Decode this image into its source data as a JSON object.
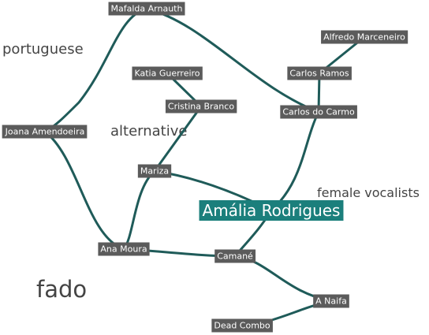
{
  "colors": {
    "edge": "#1f5b59",
    "node": "#5b5b5b",
    "main_node": "#1b7f7c",
    "tag_text": "#444444"
  },
  "center_artist": "Amália Rodrigues",
  "artists": [
    {
      "id": "mafalda",
      "label": "Mafalda Arnauth"
    },
    {
      "id": "alfredo",
      "label": "Alfredo Marceneiro"
    },
    {
      "id": "ramos",
      "label": "Carlos Ramos"
    },
    {
      "id": "katia",
      "label": "Katia Guerreiro"
    },
    {
      "id": "cristina",
      "label": "Cristina Branco"
    },
    {
      "id": "carmo",
      "label": "Carlos do Carmo"
    },
    {
      "id": "joana",
      "label": "Joana Amendoeira"
    },
    {
      "id": "mariza",
      "label": "Mariza"
    },
    {
      "id": "amalia",
      "label": "Amália Rodrigues"
    },
    {
      "id": "moura",
      "label": "Ana Moura"
    },
    {
      "id": "camane",
      "label": "Camané"
    },
    {
      "id": "naifa",
      "label": "A Naifa"
    },
    {
      "id": "deadcombo",
      "label": "Dead Combo"
    }
  ],
  "connections": [
    [
      "mafalda",
      "joana"
    ],
    [
      "mafalda",
      "carmo"
    ],
    [
      "alfredo",
      "ramos"
    ],
    [
      "ramos",
      "carmo"
    ],
    [
      "katia",
      "cristina"
    ],
    [
      "cristina",
      "mariza"
    ],
    [
      "carmo",
      "amalia"
    ],
    [
      "joana",
      "moura"
    ],
    [
      "mariza",
      "moura"
    ],
    [
      "mariza",
      "amalia"
    ],
    [
      "amalia",
      "camane"
    ],
    [
      "moura",
      "camane"
    ],
    [
      "camane",
      "naifa"
    ],
    [
      "naifa",
      "deadcombo"
    ]
  ],
  "tags": {
    "portuguese": "portuguese",
    "alternative": "alternative",
    "female_vocalists": "female vocalists",
    "fado": "fado"
  }
}
